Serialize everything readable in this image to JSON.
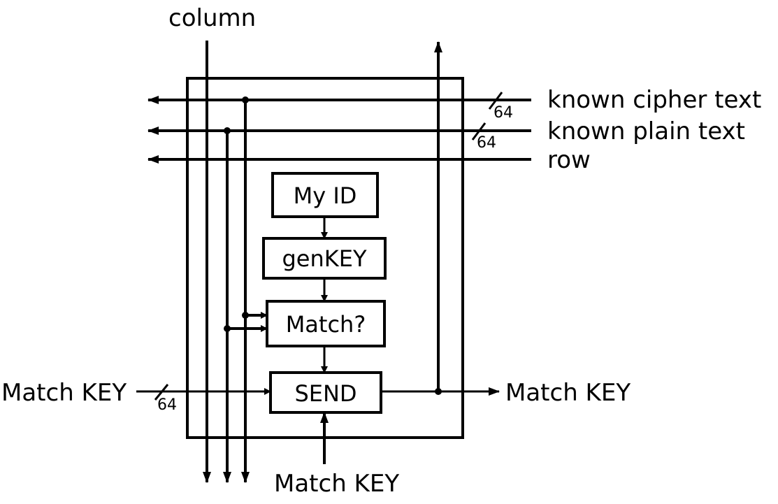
{
  "labels": {
    "column": "column",
    "known_cipher_text": "known cipher text",
    "known_plain_text": "known plain text",
    "row": "row",
    "match_key_in": "Match KEY",
    "match_key_out": "Match KEY",
    "match_key_bottom": "Match KEY"
  },
  "blocks": {
    "my_id": "My ID",
    "genkey": "genKEY",
    "match": "Match?",
    "send": "SEND"
  },
  "bus_widths": {
    "cipher": "64",
    "plain": "64",
    "match_key_in": "64"
  },
  "colors": {
    "stroke": "#000000",
    "background": "#ffffff"
  }
}
